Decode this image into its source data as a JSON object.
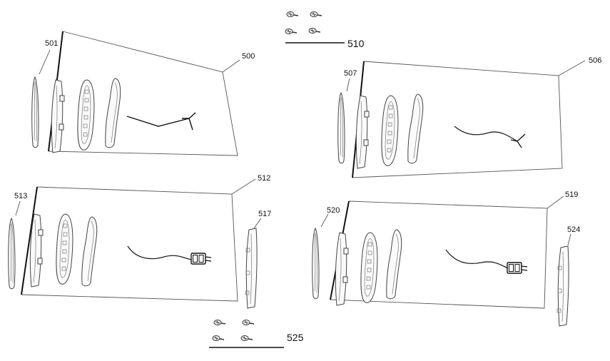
{
  "diagram": {
    "labels": {
      "l500": "500",
      "l501": "501",
      "l506": "506",
      "l507": "507",
      "l510": "510",
      "l512": "512",
      "l513": "513",
      "l517": "517",
      "l519": "519",
      "l520": "520",
      "l524": "524",
      "l525": "525"
    },
    "colors": {
      "line": "#111111",
      "frame": "#555555",
      "part_fill": "#fafafa"
    },
    "icons": [
      "screw-icon"
    ]
  }
}
